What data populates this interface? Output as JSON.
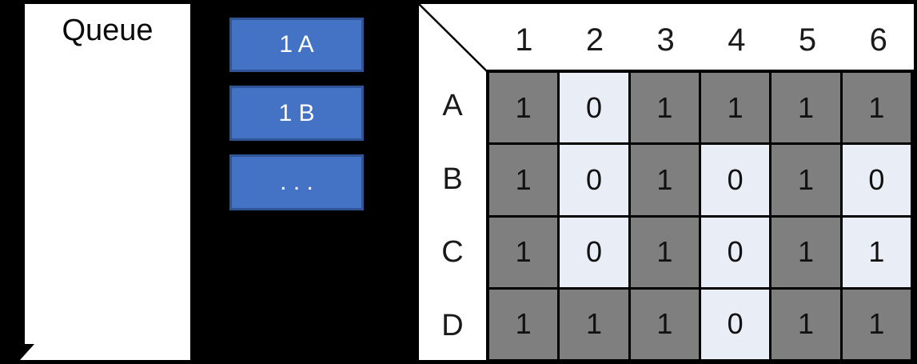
{
  "queue": {
    "title": "Queue"
  },
  "stack": {
    "items": [
      {
        "label": "1 A"
      },
      {
        "label": "1 B"
      },
      {
        "label": ". . ."
      }
    ]
  },
  "matrix": {
    "col_headers": [
      "1",
      "2",
      "3",
      "4",
      "5",
      "6"
    ],
    "rows": [
      {
        "label": "A",
        "cells": [
          {
            "value": "1",
            "shade": "dark"
          },
          {
            "value": "0",
            "shade": "light"
          },
          {
            "value": "1",
            "shade": "dark"
          },
          {
            "value": "1",
            "shade": "dark"
          },
          {
            "value": "1",
            "shade": "dark"
          },
          {
            "value": "1",
            "shade": "dark"
          }
        ]
      },
      {
        "label": "B",
        "cells": [
          {
            "value": "1",
            "shade": "dark"
          },
          {
            "value": "0",
            "shade": "light"
          },
          {
            "value": "1",
            "shade": "dark"
          },
          {
            "value": "0",
            "shade": "light"
          },
          {
            "value": "1",
            "shade": "dark"
          },
          {
            "value": "0",
            "shade": "light"
          }
        ]
      },
      {
        "label": "C",
        "cells": [
          {
            "value": "1",
            "shade": "dark"
          },
          {
            "value": "0",
            "shade": "light"
          },
          {
            "value": "1",
            "shade": "dark"
          },
          {
            "value": "0",
            "shade": "light"
          },
          {
            "value": "1",
            "shade": "dark"
          },
          {
            "value": "1",
            "shade": "light"
          }
        ]
      },
      {
        "label": "D",
        "cells": [
          {
            "value": "1",
            "shade": "dark"
          },
          {
            "value": "1",
            "shade": "dark"
          },
          {
            "value": "1",
            "shade": "dark"
          },
          {
            "value": "0",
            "shade": "light"
          },
          {
            "value": "1",
            "shade": "dark"
          },
          {
            "value": "1",
            "shade": "dark"
          }
        ]
      }
    ]
  },
  "colors": {
    "accent-blue": "#4472C4",
    "accent-blue-border": "#2F5597",
    "cell-dark": "#7F7F7F",
    "cell-light": "#E9EDF6"
  }
}
